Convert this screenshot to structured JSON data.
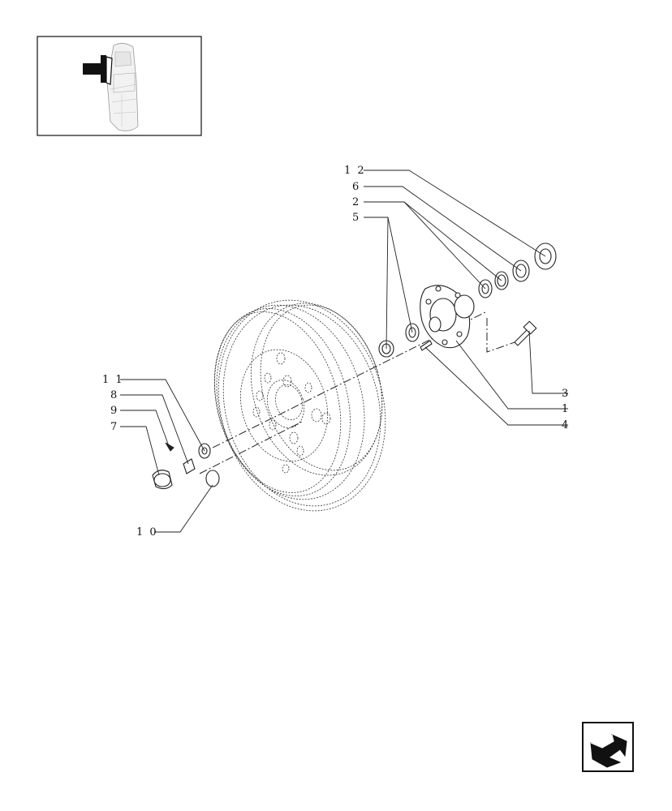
{
  "diagram": {
    "callouts": {
      "c12": "1 2",
      "c6": "6",
      "c2": "2",
      "c5": "5",
      "c3": "3",
      "c1": "1",
      "c4": "4",
      "c11": "1 1",
      "c8": "8",
      "c9": "9",
      "c7": "7",
      "c10": "1 0"
    }
  },
  "navigation": {
    "next_icon": "return-arrow-icon"
  }
}
